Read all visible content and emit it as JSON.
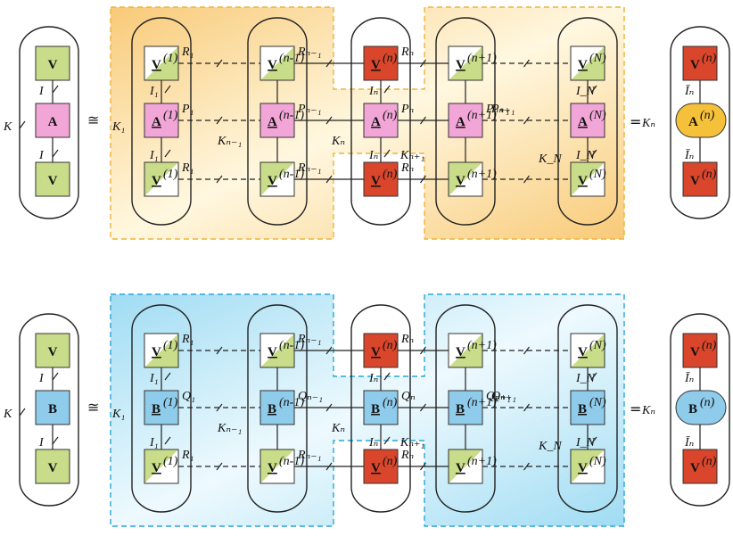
{
  "symbols": {
    "congruent": "≅",
    "equals": "="
  },
  "colors": {
    "green": "#c8dc8a",
    "white": "#ffffff",
    "pink": "#f2a6d7",
    "red": "#d9462c",
    "blue": "#8fcbea",
    "yellow": "#f6c13a",
    "region_top": "#f8c65e",
    "region_bottom": "#8fd7ee",
    "border_top": "#f0b23a",
    "border_bottom": "#2aa6d6"
  },
  "panels": [
    {
      "id": "top",
      "core": "A",
      "left": {
        "top": "V",
        "mid": "A",
        "bot": "V",
        "K": "K",
        "I_top": "I",
        "I_bot": "I"
      },
      "cols": [
        {
          "top": "V",
          "top_sup": "(1)",
          "mid": "A",
          "mid_sup": "(1)",
          "bot": "V",
          "bot_sup": "(1)",
          "R_top": "R₁",
          "P": "P₁",
          "R_bot": "R₁",
          "I_top": "I₁",
          "I_bot": "I₁",
          "K": "K₁"
        },
        {
          "top": "V",
          "top_sup": "(n-1)",
          "mid": "A",
          "mid_sup": "(n-1)",
          "bot": "V",
          "bot_sup": "(n-1)",
          "R_top": "Rₙ₋₁",
          "P": "Pₙ₋₁",
          "R_bot": "Rₙ₋₁",
          "K": "Kₙ₋₁"
        },
        {
          "top": "V",
          "top_sup": "(n)",
          "mid": "A",
          "mid_sup": "(n)",
          "bot": "V",
          "bot_sup": "(n)",
          "R_top": "Rₙ",
          "P": "Pₙ",
          "R_bot": "Rₙ",
          "I_top": "Iₙ",
          "I_bot": "Iₙ",
          "K": "Kₙ"
        },
        {
          "top": "V",
          "top_sup": "(n+1)",
          "mid": "A",
          "mid_sup": "(n+1)",
          "bot": "V",
          "bot_sup": "(n+1)",
          "P": "Pₙ₊₁",
          "K": "Kₙ₊₁"
        },
        {
          "top": "V",
          "top_sup": "(N)",
          "mid": "A",
          "mid_sup": "(N)",
          "bot": "V",
          "bot_sup": "(N)",
          "I_top": "I_N",
          "I_bot": "I_N",
          "K": "K_N"
        }
      ],
      "right": {
        "top": "V",
        "top_sup": "(n)",
        "mid": "A",
        "mid_sup": "(n)",
        "bot": "V",
        "bot_sup": "(n)",
        "K": "Kₙ",
        "I_top": "Īₙ",
        "I_bot": "Īₙ"
      }
    },
    {
      "id": "bottom",
      "core": "B",
      "left": {
        "top": "V",
        "mid": "B",
        "bot": "V",
        "K": "K",
        "I_top": "I",
        "I_bot": "I"
      },
      "cols": [
        {
          "top": "V",
          "top_sup": "(1)",
          "mid": "B",
          "mid_sup": "(1)",
          "bot": "V",
          "bot_sup": "(1)",
          "R_top": "R₁",
          "P": "Q₁",
          "R_bot": "R₁",
          "I_top": "I₁",
          "I_bot": "I₁",
          "K": "K₁"
        },
        {
          "top": "V",
          "top_sup": "(n-1)",
          "mid": "B",
          "mid_sup": "(n-1)",
          "bot": "V",
          "bot_sup": "(n-1)",
          "R_top": "Rₙ₋₁",
          "P": "Qₙ₋₁",
          "R_bot": "Rₙ₋₁",
          "K": "Kₙ₋₁"
        },
        {
          "top": "V",
          "top_sup": "(n)",
          "mid": "B",
          "mid_sup": "(n)",
          "bot": "V",
          "bot_sup": "(n)",
          "R_top": "Rₙ",
          "P": "Qₙ",
          "R_bot": "Rₙ",
          "I_top": "Iₙ",
          "I_bot": "Iₙ",
          "K": "Kₙ"
        },
        {
          "top": "V",
          "top_sup": "(n+1)",
          "mid": "B",
          "mid_sup": "(n+1)",
          "bot": "V",
          "bot_sup": "(n+1)",
          "P": "Qₙ₊₁",
          "K": "Kₙ₊₁"
        },
        {
          "top": "V",
          "top_sup": "(N)",
          "mid": "B",
          "mid_sup": "(N)",
          "bot": "V",
          "bot_sup": "(N)",
          "I_top": "I_N",
          "I_bot": "I_N",
          "K": "K_N"
        }
      ],
      "right": {
        "top": "V",
        "top_sup": "(n)",
        "mid": "B",
        "mid_sup": "(n)",
        "bot": "V",
        "bot_sup": "(n)",
        "K": "Kₙ",
        "I_top": "Īₙ",
        "I_bot": "Īₙ"
      }
    }
  ]
}
